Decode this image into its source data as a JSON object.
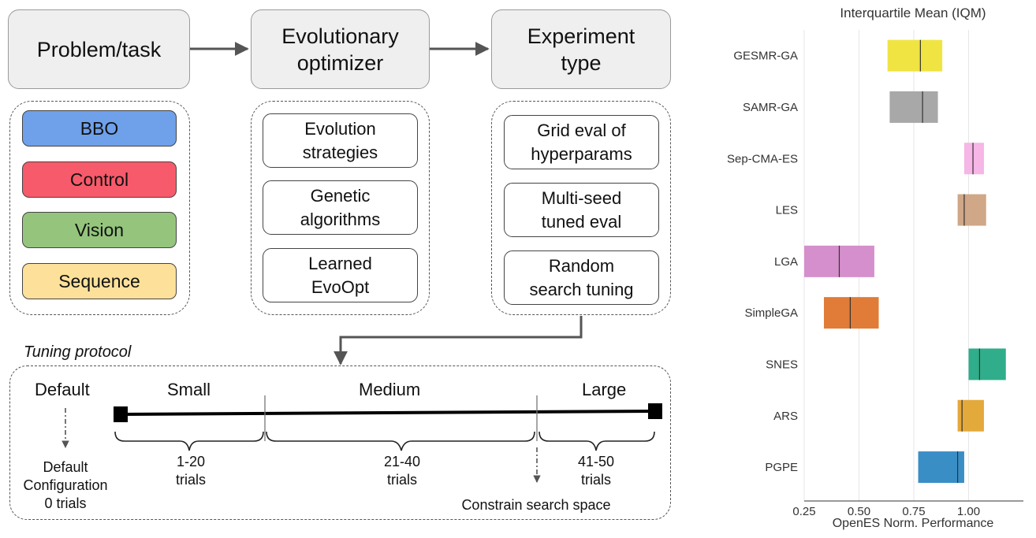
{
  "pipeline": {
    "stages": [
      "Problem/task",
      "Evolutionary optimizer",
      "Experiment type"
    ],
    "stage_lines": [
      [
        "Problem/task"
      ],
      [
        "Evolutionary",
        "optimizer"
      ],
      [
        "Experiment",
        "type"
      ]
    ],
    "problem_tasks": [
      {
        "label": "BBO",
        "color": "#6fa0ea"
      },
      {
        "label": "Control",
        "color": "#f75a6a"
      },
      {
        "label": "Vision",
        "color": "#95c57d"
      },
      {
        "label": "Sequence",
        "color": "#fde19a"
      }
    ],
    "optimizers": [
      [
        "Evolution",
        "strategies"
      ],
      [
        "Genetic",
        "algorithms"
      ],
      [
        "Learned",
        "EvoOpt"
      ]
    ],
    "experiments": [
      [
        "Grid eval of",
        "hyperparams"
      ],
      [
        "Multi-seed",
        "tuned eval"
      ],
      [
        "Random",
        "search tuning"
      ]
    ]
  },
  "tuning": {
    "title": "Tuning protocol",
    "default_label": "Default",
    "default_desc": [
      "Default",
      "Configuration",
      "0 trials"
    ],
    "levels": [
      "Small",
      "Medium",
      "Large"
    ],
    "trials": [
      [
        "1-20",
        "trials"
      ],
      [
        "21-40",
        "trials"
      ],
      [
        "41-50",
        "trials"
      ]
    ],
    "constrain": "Constrain search space"
  },
  "chart_data": {
    "type": "box",
    "title": "Interquartile Mean (IQM)",
    "xlabel": "OpenES Norm. Performance",
    "xlim": [
      0.25,
      1.25
    ],
    "xticks": [
      0.25,
      0.5,
      0.75,
      1.0
    ],
    "xtick_labels": [
      "0.25",
      "0.50",
      "0.75",
      "1.00"
    ],
    "grid": true,
    "categories": [
      "GESMR-GA",
      "SAMR-GA",
      "Sep-CMA-ES",
      "LES",
      "LGA",
      "SimpleGA",
      "SNES",
      "ARS",
      "PGPE"
    ],
    "series": [
      {
        "low": 0.63,
        "high": 0.88,
        "mid": 0.78,
        "color": "#f0e443"
      },
      {
        "low": 0.64,
        "high": 0.86,
        "mid": 0.79,
        "color": "#a8a8a8"
      },
      {
        "low": 0.98,
        "high": 1.07,
        "mid": 1.02,
        "color": "#f6b6e6"
      },
      {
        "low": 0.95,
        "high": 1.08,
        "mid": 0.98,
        "color": "#d0a787"
      },
      {
        "low": 0.25,
        "high": 0.57,
        "mid": 0.41,
        "color": "#d58fcc"
      },
      {
        "low": 0.34,
        "high": 0.59,
        "mid": 0.46,
        "color": "#e07c37"
      },
      {
        "low": 1.0,
        "high": 1.17,
        "mid": 1.05,
        "color": "#30ad8a"
      },
      {
        "low": 0.95,
        "high": 1.07,
        "mid": 0.97,
        "color": "#e4a93b"
      },
      {
        "low": 0.77,
        "high": 0.98,
        "mid": 0.95,
        "color": "#3a8ec6"
      }
    ]
  }
}
